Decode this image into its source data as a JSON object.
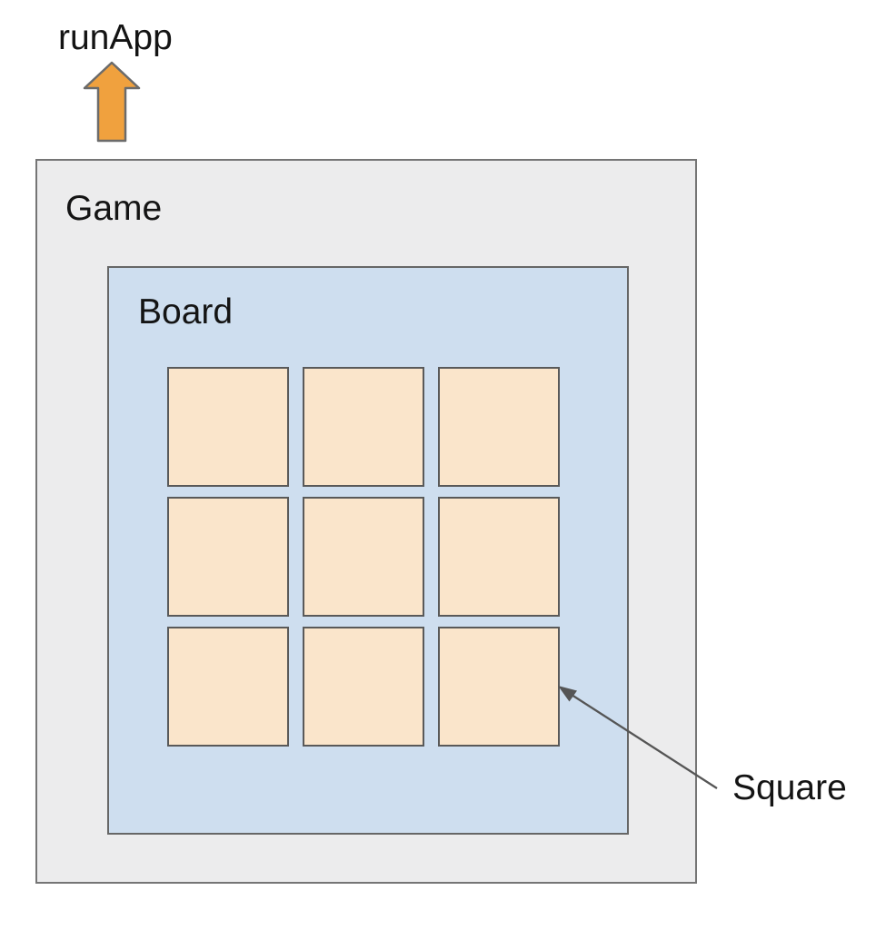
{
  "diagram": {
    "runapp_label": "runApp",
    "game": {
      "label": "Game"
    },
    "board": {
      "label": "Board",
      "grid": {
        "rows": 3,
        "cols": 3
      }
    },
    "square_annotation": {
      "label": "Square"
    }
  },
  "icons": {
    "up_arrow": "up-arrow-icon",
    "pointer": "arrow-pointer-icon"
  },
  "colors": {
    "page_bg": "#FFFFFF",
    "game_bg": "#ECECED",
    "game_border": "#757575",
    "board_bg": "#CEDEEF",
    "board_border": "#666666",
    "square_bg": "#FAE5CB",
    "square_border": "#595959",
    "arrow_fill": "#F0A13E",
    "arrow_stroke": "#6B6B6B",
    "annotation": "#555555",
    "text": "#141414"
  }
}
